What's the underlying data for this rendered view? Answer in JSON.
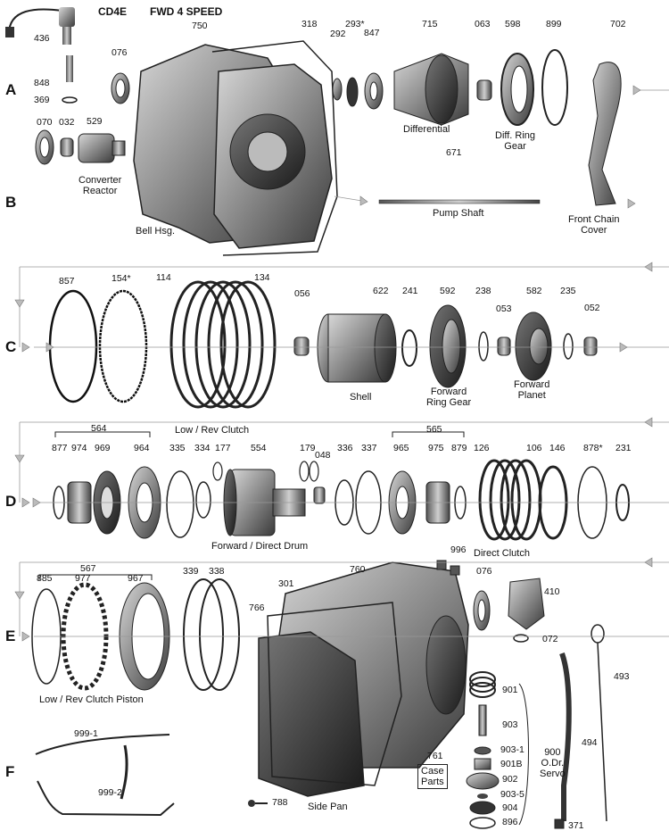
{
  "header": {
    "model": "CD4E",
    "description": "FWD 4  SPEED"
  },
  "rows": [
    "A",
    "B",
    "C",
    "D",
    "E",
    "F"
  ],
  "row_A": {
    "part_numbers": [
      "436",
      "848",
      "369",
      "076",
      "070",
      "032",
      "529",
      "750",
      "318",
      "292",
      "293*",
      "847",
      "715",
      "063",
      "598",
      "899",
      "702",
      "671"
    ],
    "labels": {
      "converter_reactor": "Converter\nReactor",
      "bell_housing": "Bell Hsg.",
      "differential": "Differential",
      "diff_ring_gear": "Diff. Ring\nGear",
      "pump_shaft": "Pump Shaft",
      "front_chain_cover": "Front Chain\nCover"
    }
  },
  "row_C": {
    "part_numbers": [
      "857",
      "154*",
      "114",
      "134",
      "056",
      "622",
      "241",
      "592",
      "238",
      "053",
      "582",
      "235",
      "052"
    ],
    "labels": {
      "low_rev_clutch": "Low / Rev Clutch",
      "shell": "Shell",
      "forward_ring_gear": "Forward\nRing Gear",
      "forward_planet": "Forward\nPlanet"
    }
  },
  "row_D": {
    "group_numbers": [
      "564",
      "565"
    ],
    "part_numbers": [
      "877",
      "974",
      "969",
      "964",
      "335",
      "334",
      "177",
      "554",
      "179",
      "048",
      "336",
      "337",
      "965",
      "975",
      "879",
      "126",
      "106",
      "146",
      "878*",
      "231"
    ],
    "labels": {
      "forward_direct_drum": "Forward / Direct Drum",
      "direct_clutch": "Direct Clutch"
    }
  },
  "row_E": {
    "group_numbers": [
      "567"
    ],
    "part_numbers": [
      "885",
      "977",
      "967",
      "339",
      "338",
      "301",
      "766",
      "760",
      "996",
      "076",
      "410",
      "072",
      "493",
      "901",
      "903",
      "903-1",
      "901B",
      "902",
      "903-5",
      "904",
      "896",
      "494",
      "371",
      "788"
    ],
    "labels": {
      "low_rev_clutch_piston": "Low / Rev Clutch Piston",
      "case_parts_number": "761",
      "case_parts": "Case\nParts",
      "od_servo": "900\nO.Dr.\nServo",
      "side_pan": "Side Pan"
    }
  },
  "row_F": {
    "part_numbers": [
      "999-1",
      "999-2"
    ]
  }
}
